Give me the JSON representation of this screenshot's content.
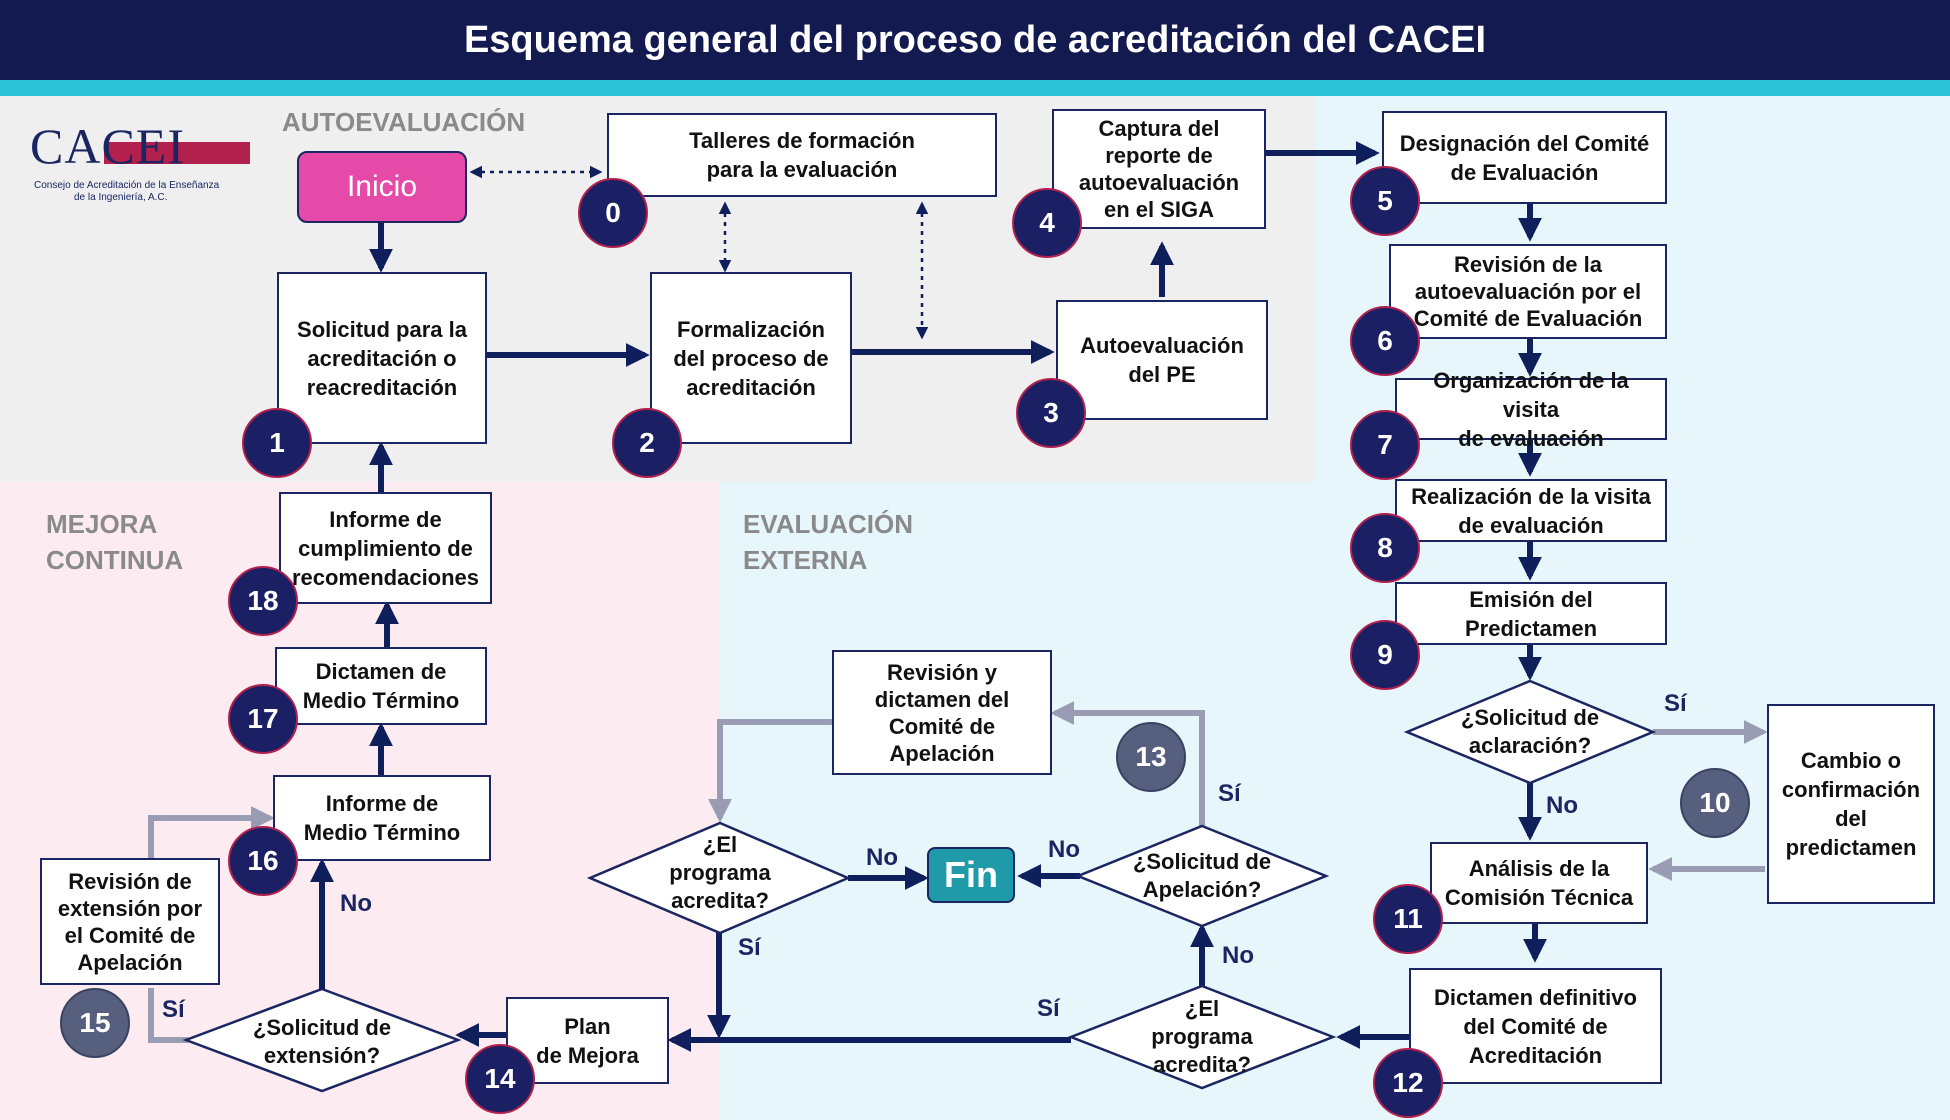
{
  "title": "Esquema general del proceso de acreditación del CACEI",
  "logo": {
    "name": "CACEI",
    "subtitle_line1": "Consejo de Acreditación de la Enseñanza",
    "subtitle_line2": "de la Ingeniería, A.C."
  },
  "sections": {
    "autoevaluacion": "AUTOEVALUACIÓN",
    "mejora_1": "MEJORA",
    "mejora_2": "CONTINUA",
    "externa_1": "EVALUACIÓN",
    "externa_2": "EXTERNA"
  },
  "terminals": {
    "start": "Inicio",
    "end": "Fin"
  },
  "steps": {
    "s0": {
      "num": "0",
      "l1": "Talleres de formación",
      "l2": "para la evaluación"
    },
    "s1": {
      "num": "1",
      "l1": "Solicitud para la",
      "l2": "acreditación o",
      "l3": "reacreditación"
    },
    "s2": {
      "num": "2",
      "l1": "Formalización",
      "l2": "del proceso de",
      "l3": "acreditación"
    },
    "s3": {
      "num": "3",
      "l1": "Autoevaluación",
      "l2": "del PE"
    },
    "s4": {
      "num": "4",
      "l1": "Captura del",
      "l2": "reporte de",
      "l3": "autoevaluación",
      "l4": "en el SIGA"
    },
    "s5": {
      "num": "5",
      "l1": "Designación del Comité",
      "l2": "de Evaluación"
    },
    "s6": {
      "num": "6",
      "l1": "Revisión de la",
      "l2": "autoevaluación por el",
      "l3": "Comité de Evaluación"
    },
    "s7": {
      "num": "7",
      "l1": "Organización de la visita",
      "l2": "de evaluación"
    },
    "s8": {
      "num": "8",
      "l1": "Realización de la visita",
      "l2": "de evaluación"
    },
    "s9": {
      "num": "9",
      "l1": "Emisión del Predictamen"
    },
    "s10": {
      "num": "10",
      "l1": "Cambio o",
      "l2": "confirmación",
      "l3": "del",
      "l4": "predictamen"
    },
    "s11": {
      "num": "11",
      "l1": "Análisis de la",
      "l2": "Comisión Técnica"
    },
    "s12": {
      "num": "12",
      "l1": "Dictamen definitivo",
      "l2": "del Comité de",
      "l3": "Acreditación"
    },
    "s13": {
      "num": "13",
      "l1": "Revisión y",
      "l2": "dictamen del",
      "l3": "Comité de",
      "l4": "Apelación"
    },
    "s14": {
      "num": "14",
      "l1": "Plan",
      "l2": "de Mejora"
    },
    "s15": {
      "num": "15",
      "l1": "Revisión de",
      "l2": "extensión por",
      "l3": "el Comité de",
      "l4": "Apelación"
    },
    "s16": {
      "num": "16",
      "l1": "Informe de",
      "l2": "Medio Término"
    },
    "s17": {
      "num": "17",
      "l1": "Dictamen de",
      "l2": "Medio Término"
    },
    "s18": {
      "num": "18",
      "l1": "Informe de",
      "l2": "cumplimiento de",
      "l3": "recomendaciones"
    }
  },
  "decisions": {
    "aclaracion": {
      "l1": "¿Solicitud de",
      "l2": "aclaración?"
    },
    "acredita_right": {
      "l1": "¿El",
      "l2": "programa",
      "l3": "acredita?"
    },
    "apelacion": {
      "l1": "¿Solicitud de",
      "l2": "Apelación?"
    },
    "acredita_left": {
      "l1": "¿El",
      "l2": "programa",
      "l3": "acredita?"
    },
    "extension": {
      "l1": "¿Solicitud de",
      "l2": "extensión?"
    }
  },
  "edge_labels": {
    "yes": "Sí",
    "no": "No"
  },
  "colors": {
    "header": "#131a4f",
    "accent_band": "#2cc4d9",
    "start": "#e54aa8",
    "end": "#1f9aa8",
    "arrow": "#0f1f5c",
    "gray_arrow": "#9a9cb4",
    "badge": "#1b1f63"
  }
}
